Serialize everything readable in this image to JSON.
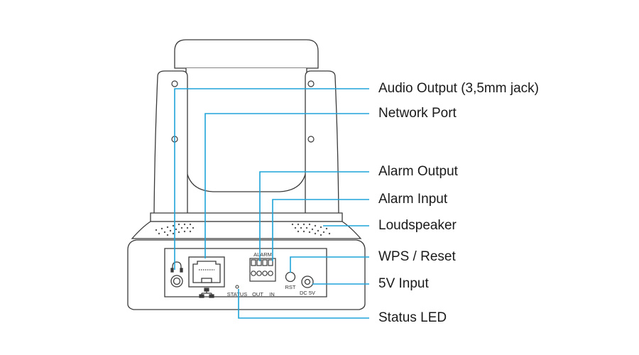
{
  "colors": {
    "leader": "#1ea3d8",
    "outline": "#3a3a3a",
    "fill": "#ffffff"
  },
  "callouts": [
    {
      "id": "audio-output",
      "label": "Audio Output (3,5mm jack)"
    },
    {
      "id": "network-port",
      "label": "Network Port"
    },
    {
      "id": "alarm-output",
      "label": "Alarm Output"
    },
    {
      "id": "alarm-input",
      "label": "Alarm Input"
    },
    {
      "id": "loudspeaker",
      "label": "Loudspeaker"
    },
    {
      "id": "wps-reset",
      "label": "WPS / Reset"
    },
    {
      "id": "5v-input",
      "label": "5V Input"
    },
    {
      "id": "status-led",
      "label": "Status LED"
    }
  ],
  "device_labels": {
    "alarm": "ALARM",
    "out": "OUT",
    "in": "IN",
    "status": "STATUS",
    "rst": "RST",
    "dc5v": "DC 5V"
  },
  "icons": [
    "headphone-icon",
    "network-icon"
  ]
}
